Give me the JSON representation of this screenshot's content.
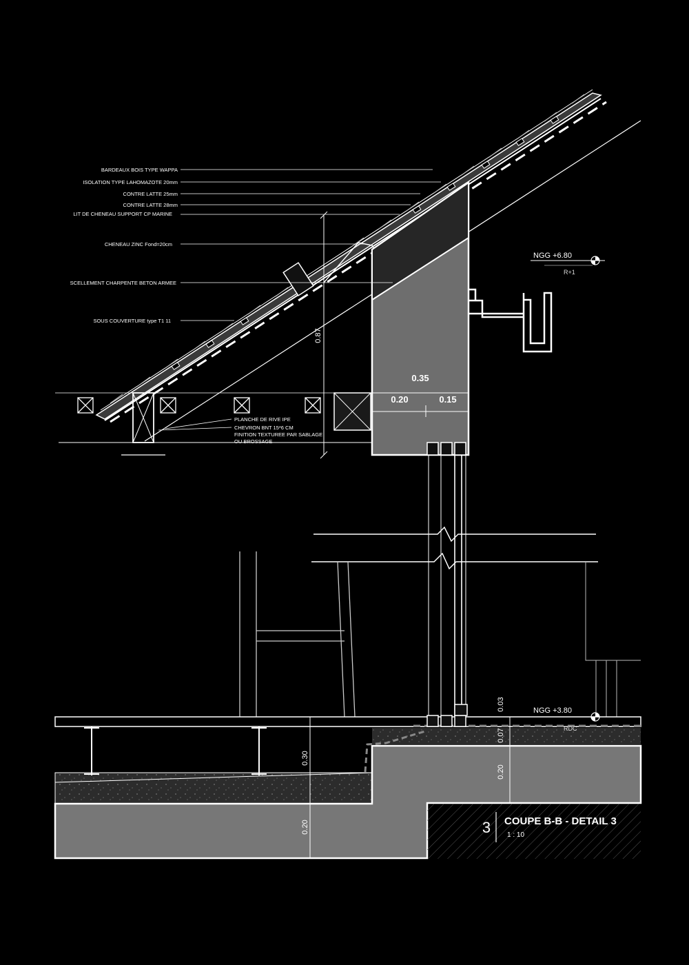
{
  "annotations": {
    "bardeaux": "BARDEAUX BOIS TYPE WAPPA",
    "isolation": "ISOLATION TYPE LAHOMAZOTE 20mm",
    "contre_latte_25": "CONTRE LATTE 25mm",
    "contre_latte_28": "CONTRE LATTE 28mm",
    "lit_cheneau": "LIT DE CHENEAU  SUPPORT CP MARINE",
    "cheneau_zinc": "CHENEAU ZINC Fond=20cm",
    "scellement": "SCELLEMENT CHARPENTE BETON ARMEE",
    "sous_couverture": "SOUS COUVERTURE  type T1 11",
    "planche_rive": "PLANCHE DE RIVE IPE",
    "chevron": "CHEVRON BNT 15*6 CM",
    "finition_1": "FINITION TEXTUREE PAR SABLAGE",
    "finition_2": "OU BROSSAGE"
  },
  "dimensions": {
    "wall_total": "0.35",
    "wall_part_1": "0.20",
    "wall_part_2": "0.15",
    "eave_height": "0.87",
    "step_top": "0.03",
    "screed": "0.07",
    "slab_right": "0.20",
    "floor_void": "0.30",
    "slab_left": "0.20"
  },
  "levels": {
    "upper_label": "NGG +6.80",
    "upper_sub": "R+1",
    "lower_label": "NGG +3.80",
    "lower_sub": "RDC"
  },
  "title_block": {
    "number": "3",
    "title": "COUPE B-B - DETAIL 3",
    "scale": "1 : 10"
  }
}
